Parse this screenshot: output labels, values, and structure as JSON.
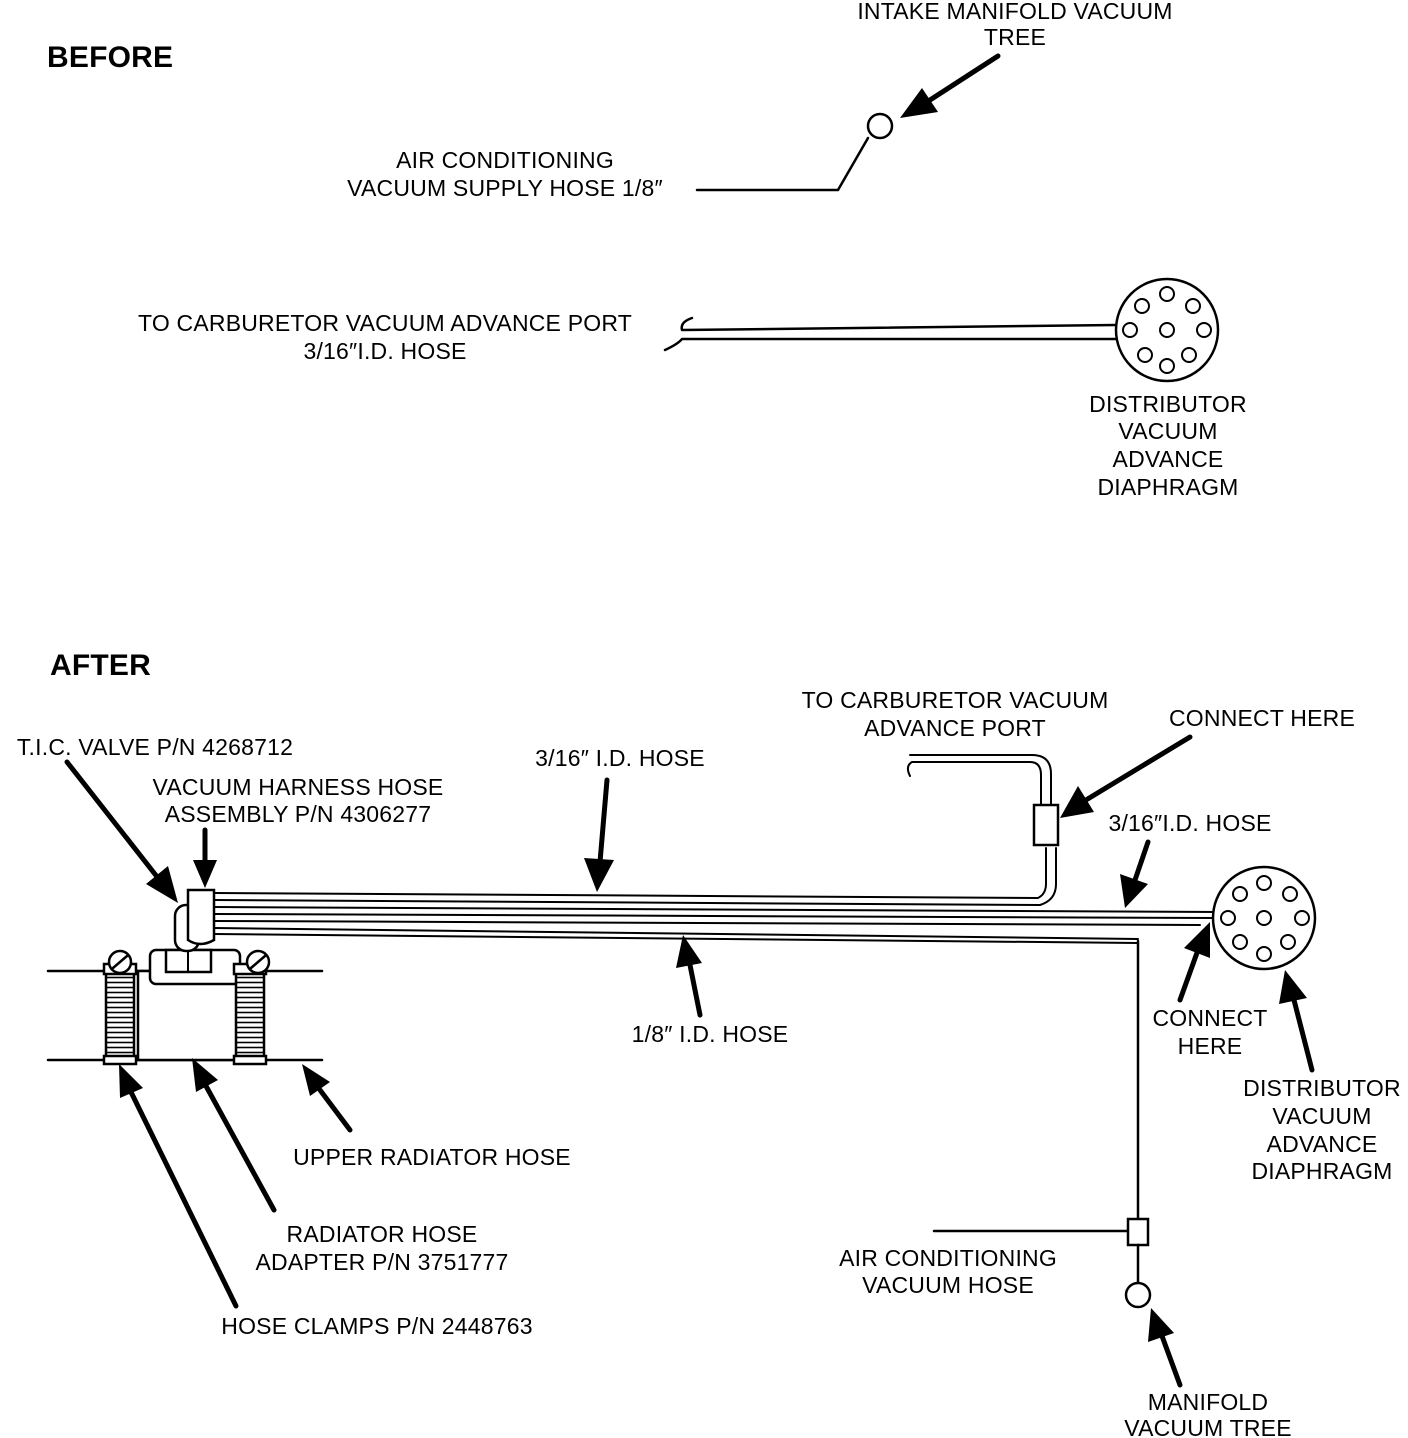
{
  "before": {
    "heading": "BEFORE",
    "intake_tree_label": [
      "INTAKE MANIFOLD VACUUM",
      "TREE"
    ],
    "ac_supply_label": [
      "AIR CONDITIONING",
      "VACUUM SUPPLY HOSE 1/8″"
    ],
    "carb_port_label": [
      "TO CARBURETOR VACUUM ADVANCE PORT",
      "3/16″I.D. HOSE"
    ],
    "distributor_label": [
      "DISTRIBUTOR",
      "VACUUM",
      "ADVANCE",
      "DIAPHRAGM"
    ]
  },
  "after": {
    "heading": "AFTER",
    "tic_valve_label": "T.I.C. VALVE P/N 4268712",
    "harness_label": [
      "VACUUM HARNESS HOSE",
      "ASSEMBLY P/N 4306277"
    ],
    "hose_316_top_label": "3/16″ I.D. HOSE",
    "carb_port_label": [
      "TO CARBURETOR VACUUM",
      "ADVANCE PORT"
    ],
    "connect_here_top_label": "CONNECT HERE",
    "hose_316_right_label": "3/16″I.D. HOSE",
    "hose_18_label": "1/8″ I.D. HOSE",
    "connect_here_bottom_label": [
      "CONNECT",
      "HERE"
    ],
    "distributor_label": [
      "DISTRIBUTOR",
      "VACUUM",
      "ADVANCE",
      "DIAPHRAGM"
    ],
    "upper_radiator_hose_label": "UPPER RADIATOR HOSE",
    "radiator_adapter_label": [
      "RADIATOR HOSE",
      "ADAPTER P/N 3751777"
    ],
    "hose_clamps_label": "HOSE CLAMPS P/N 2448763",
    "ac_hose_label": [
      "AIR CONDITIONING",
      "VACUUM HOSE"
    ],
    "manifold_tree_label": [
      "MANIFOLD",
      "VACUUM TREE"
    ]
  }
}
